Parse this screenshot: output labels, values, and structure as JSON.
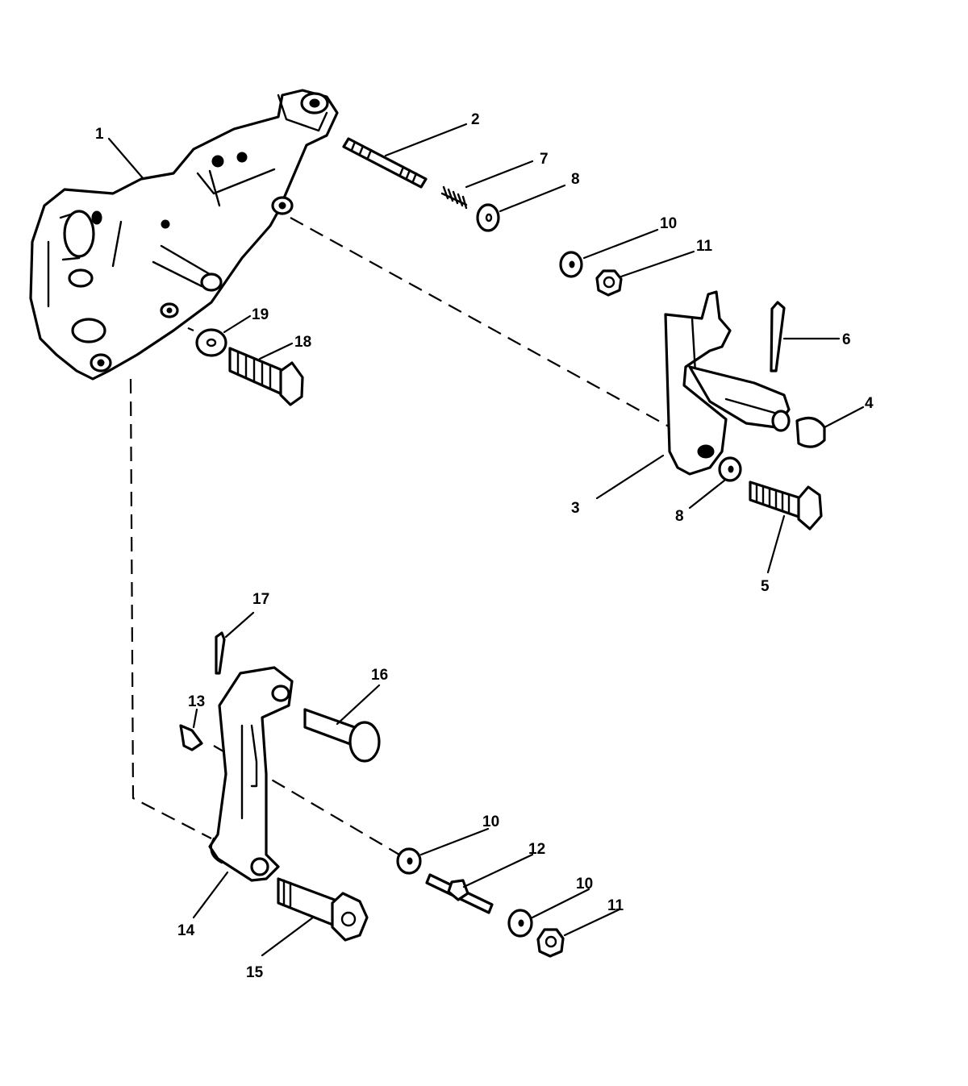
{
  "callouts": {
    "c1": "1",
    "c2": "2",
    "c3": "3",
    "c4": "4",
    "c5": "5",
    "c6": "6",
    "c7": "7",
    "c8a": "8",
    "c8b": "8",
    "c10a": "10",
    "c11a": "11",
    "c17": "17",
    "c16": "16",
    "c13": "13",
    "c10b": "10",
    "c12": "12",
    "c10c": "10",
    "c11b": "11",
    "c14": "14",
    "c15": "15",
    "c18": "18",
    "c19": "19"
  },
  "colors": {
    "ink": "#000000",
    "paper": "#ffffff"
  }
}
